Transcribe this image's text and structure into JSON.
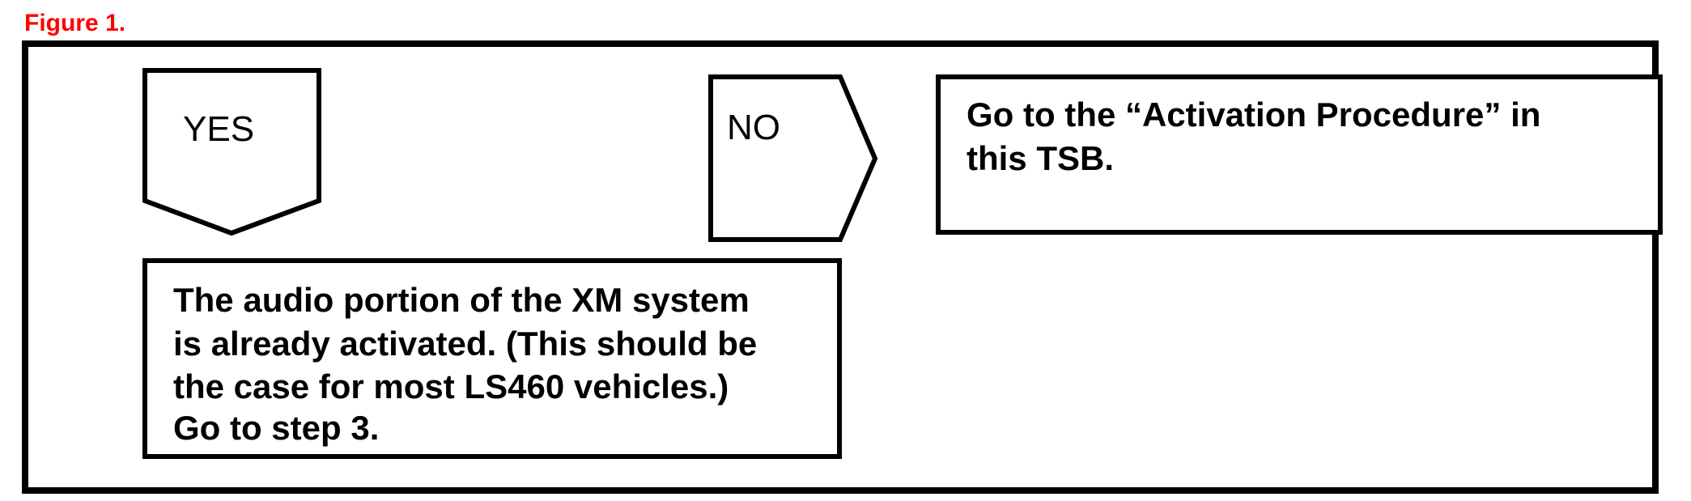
{
  "figure_label": "Figure 1.",
  "yes_label": "YES",
  "no_label": "NO",
  "no_box": {
    "lines": [
      "Go to the “Activation Procedure” in",
      "this TSB."
    ]
  },
  "yes_box": {
    "lines": [
      "The audio portion of the XM system",
      "is already activated. (This should be",
      "the case for most LS460 vehicles.)",
      "Go to step 3."
    ]
  },
  "colors": {
    "figure_label": "#ff0000",
    "stroke": "#000000",
    "background": "#ffffff"
  }
}
